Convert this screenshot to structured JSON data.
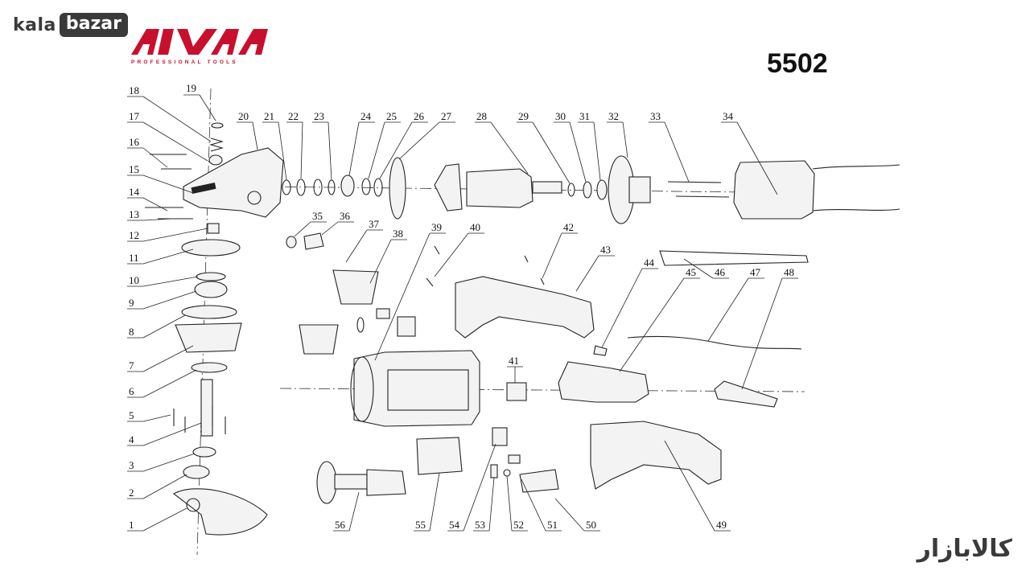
{
  "header": {
    "site_logo_left": "kala",
    "site_logo_right": "bazar",
    "brand_logo": "AIVA",
    "brand_tagline": "PROFESSIONAL TOOLS",
    "model_number": "5502",
    "site_logo_fa": "کالابازار"
  },
  "colors": {
    "brand_red": "#c8102e",
    "ink": "#222222",
    "logo_gray": "#3a3a3a"
  },
  "diagram": {
    "labels": [
      "1",
      "2",
      "3",
      "4",
      "5",
      "6",
      "7",
      "8",
      "9",
      "10",
      "11",
      "12",
      "13",
      "14",
      "15",
      "16",
      "17",
      "18",
      "19",
      "20",
      "21",
      "22",
      "23",
      "24",
      "25",
      "26",
      "27",
      "28",
      "29",
      "30",
      "31",
      "32",
      "33",
      "34",
      "35",
      "36",
      "37",
      "38",
      "39",
      "40",
      "41",
      "42",
      "43",
      "44",
      "45",
      "46",
      "47",
      "48",
      "49",
      "50",
      "51",
      "52",
      "53",
      "54",
      "55",
      "56"
    ]
  }
}
